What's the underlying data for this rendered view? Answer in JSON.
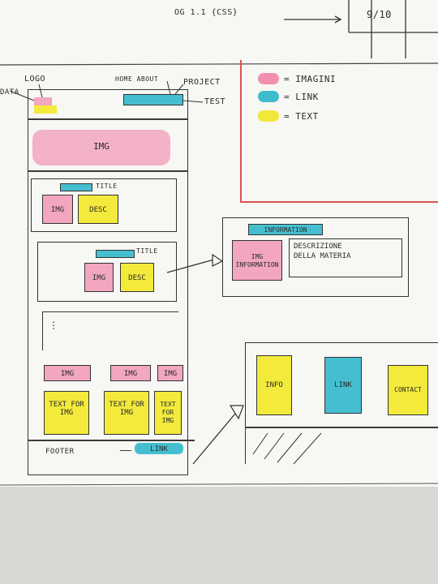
{
  "top_note": {
    "code": "OG 1.1 {CSS}",
    "ratio": "9/10"
  },
  "legend": {
    "images": "= IMAGINI",
    "link": "= LINK",
    "text": "= TEXT",
    "colors": {
      "images": "#f28fb0",
      "link": "#3ebccc",
      "text": "#f2e83a"
    }
  },
  "wireframe": {
    "labels": {
      "data": "DATA",
      "logo": "LOGO",
      "home_about": "HOME ABOUT",
      "project": "PROJECT",
      "test": "TEST"
    },
    "hero_img": "IMG",
    "section1": {
      "title": "TITLE",
      "img": "IMG",
      "desc": "DESC"
    },
    "section2": {
      "title": "TITLE",
      "img": "IMG",
      "desc": "DESC"
    },
    "gallery": {
      "imgs": [
        "IMG",
        "IMG",
        "IMG"
      ],
      "texts": [
        "TEXT FOR IMG",
        "TEXT FOR IMG",
        "TEXT FOR IMG"
      ]
    },
    "footer": {
      "label": "FOOTER",
      "link": "LINK"
    }
  },
  "detail": {
    "title": "INFORMATION",
    "img": "IMG INFORMATION",
    "description": "DESCRIZIONE DELLA MATERIA"
  },
  "footer_detail": {
    "items": [
      "INFO",
      "LINK",
      "CONTACT"
    ]
  }
}
